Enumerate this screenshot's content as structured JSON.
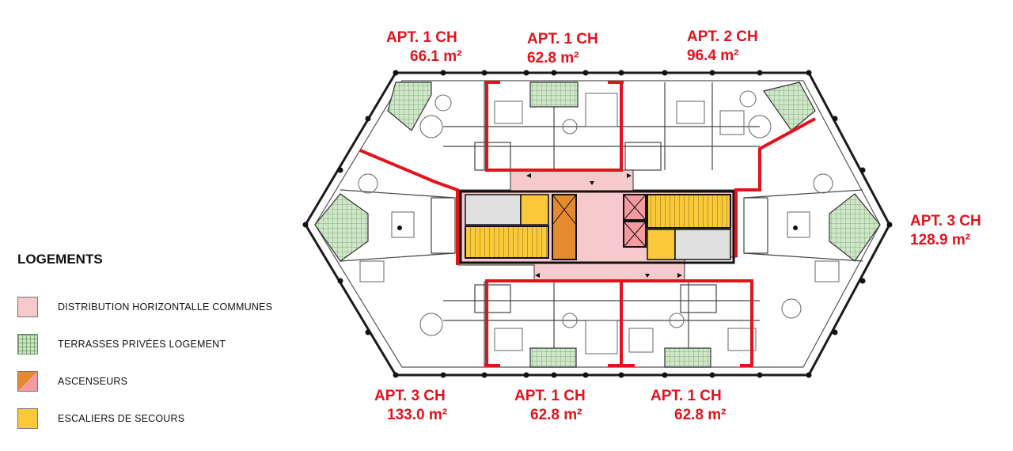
{
  "apartments": [
    {
      "id": "apt-top-left",
      "type": "APT. 1 CH",
      "area": "66.1 m²"
    },
    {
      "id": "apt-top-center",
      "type": "APT. 1 CH",
      "area": "62.8 m²"
    },
    {
      "id": "apt-top-right",
      "type": "APT. 2 CH",
      "area": "96.4 m²"
    },
    {
      "id": "apt-right",
      "type": "APT. 3 CH",
      "area": "128.9 m²"
    },
    {
      "id": "apt-bottom-left",
      "type": "APT. 3 CH",
      "area": "133.0 m²"
    },
    {
      "id": "apt-bottom-center",
      "type": "APT. 1 CH",
      "area": "62.8 m²"
    },
    {
      "id": "apt-bottom-right",
      "type": "APT. 1 CH",
      "area": "62.8 m²"
    }
  ],
  "legend": {
    "title": "LOGEMENTS",
    "items": [
      {
        "label": "DISTRIBUTION HORIZONTALLE COMMUNES",
        "color": "#f6c9cc"
      },
      {
        "label": "TERRASSES PRIVÉES LOGEMENT",
        "color": "#cfe6c9"
      },
      {
        "label": "ASCENSEURS",
        "color": "#e68a2e"
      },
      {
        "label": "ESCALIERS DE SECOURS",
        "color": "#f9c93a"
      }
    ]
  },
  "colors": {
    "partition_red": "#e3121c",
    "wall": "#1a1a1a",
    "common": "#f6c9cc",
    "terrace": "#cfe6c9",
    "stair": "#f9c93a",
    "lift_orange": "#e68a2e",
    "lift_pink": "#f59aa0"
  }
}
